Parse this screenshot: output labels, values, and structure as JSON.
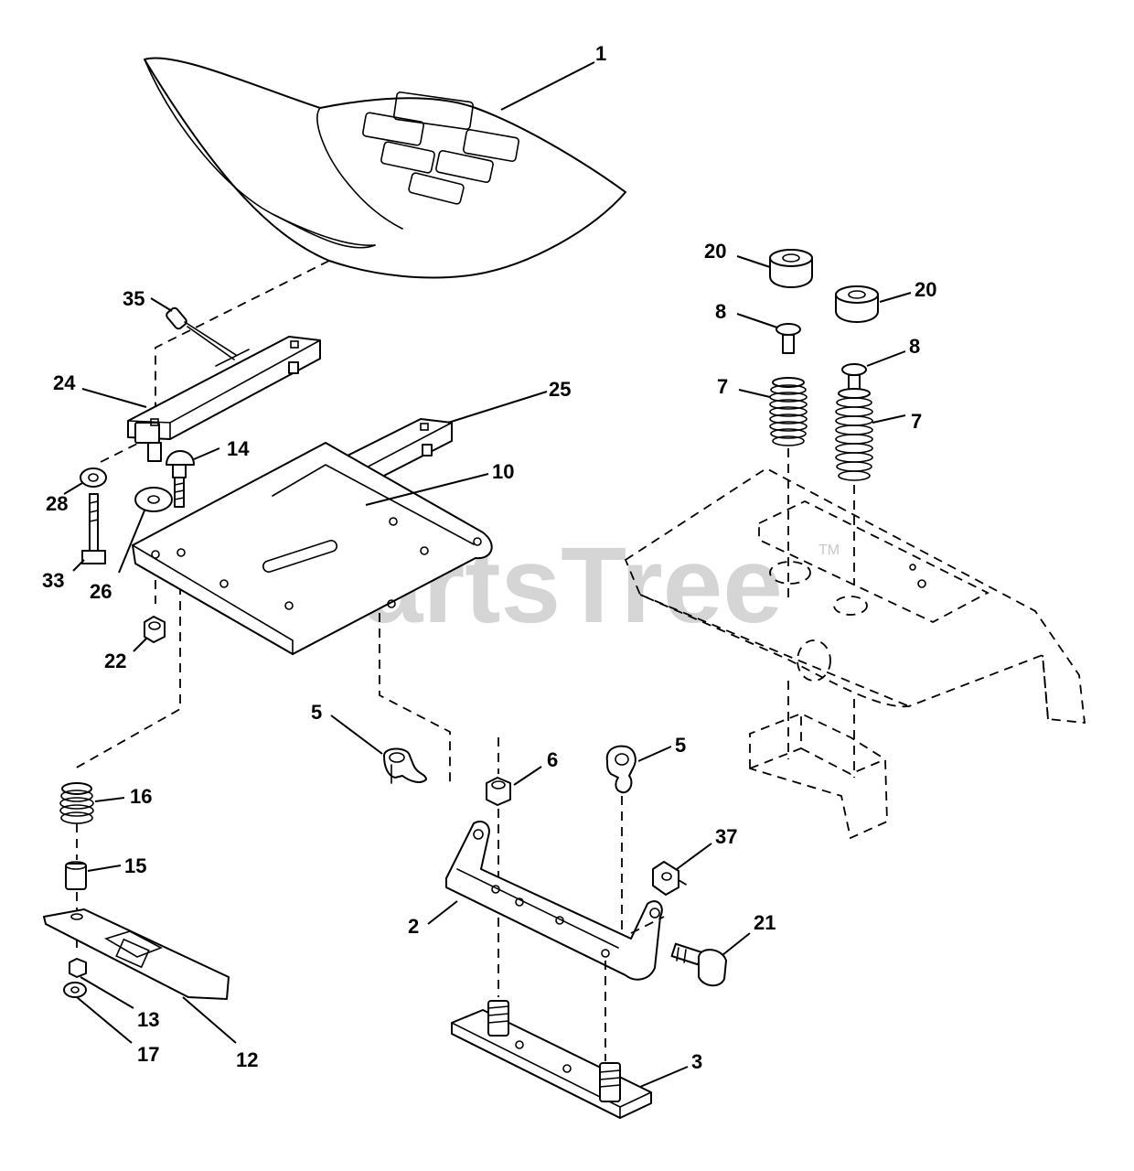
{
  "watermark": {
    "brand": "PartsTree",
    "trademark": "TM"
  },
  "callouts": {
    "seat": "1",
    "pan_bracket": "2",
    "lower_plate": "3",
    "clip_left": "5",
    "clip_right": "5",
    "nut_center": "6",
    "spring_left": "7",
    "spring_right": "7",
    "screw_left": "8",
    "screw_right": "8",
    "seat_pan": "10",
    "slide_plate": "12",
    "nut_13": "13",
    "carriage_bolt": "14",
    "spacer": "15",
    "spring_16": "16",
    "washer_17": "17",
    "spacer_20_left": "20",
    "spacer_20_right": "20",
    "bolt_21": "21",
    "locknut_22": "22",
    "slide_rail_24": "24",
    "slide_rail_25": "25",
    "washer_26": "26",
    "lockwasher_28": "28",
    "bolt_33": "33",
    "handle_35": "35",
    "nut_37": "37"
  }
}
